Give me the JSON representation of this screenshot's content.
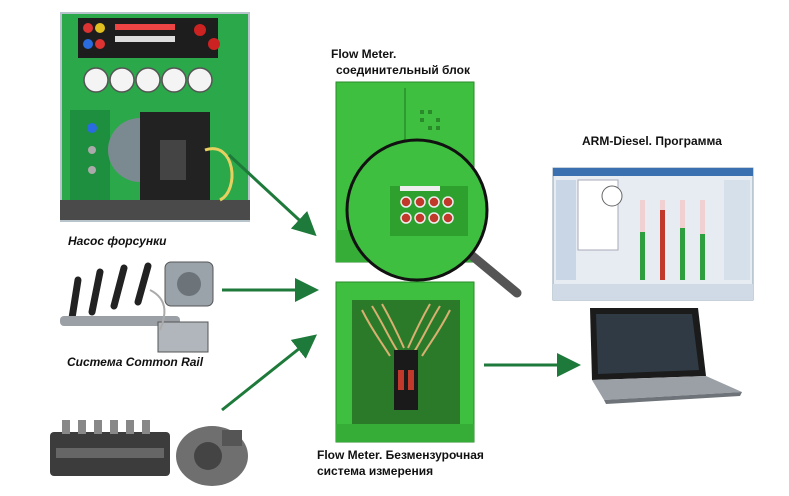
{
  "labels": {
    "flow_meter_block_line1": "Flow Meter.",
    "flow_meter_block_line2": "соединительный блок",
    "arm_diesel": "ARM-Diesel. Программа",
    "pump_injectors": "Насос форсунки",
    "common_rail": "Система Common Rail",
    "flow_meter_system_line1": "Flow Meter. Безмензурочная",
    "flow_meter_system_line2": "система измерения"
  },
  "colors": {
    "arrow": "#1e7a3a",
    "equipment_green": "#3fbf3f",
    "stand_panel": "#2aa84a"
  },
  "icons": {
    "test_bench": "test-bench-photo",
    "common_rail": "common-rail-photo",
    "injection_pump": "injection-pump-photo",
    "flow_meter_block": "flow-meter-block-photo",
    "magnifier": "magnifier-icon",
    "flow_meter_system": "flow-meter-system-photo",
    "software": "software-screenshot",
    "laptop": "laptop-icon"
  }
}
